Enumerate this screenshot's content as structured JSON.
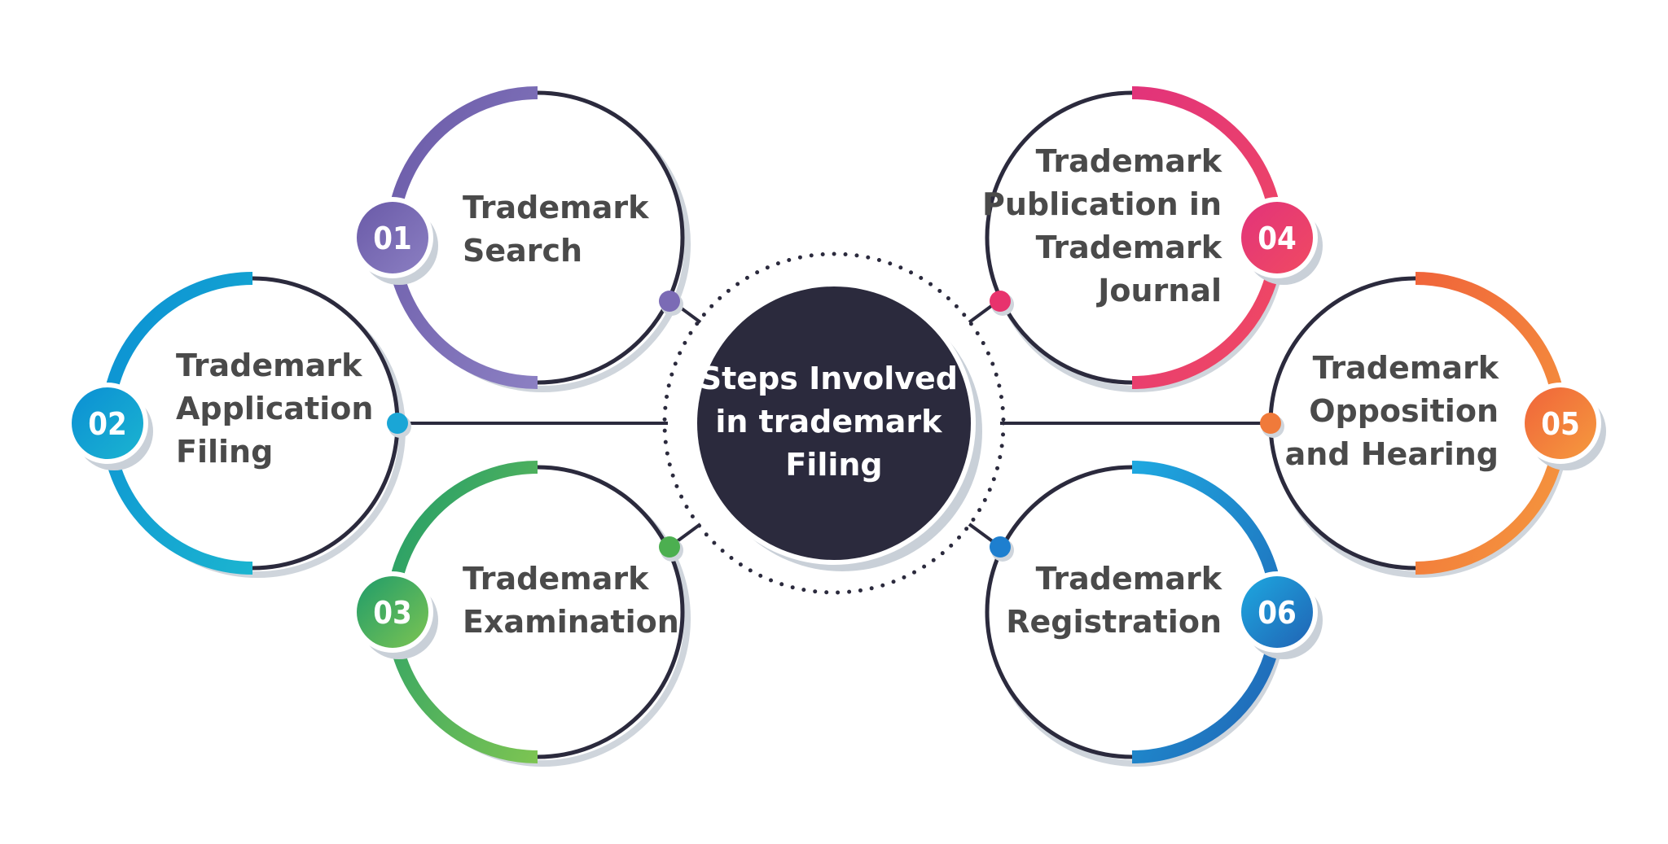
{
  "center": {
    "lines": [
      "Steps Involved",
      "in trademark",
      "Filing"
    ],
    "color": "#2b2a3d"
  },
  "steps": [
    {
      "number": "01",
      "lines": [
        "Trademark",
        "Search"
      ],
      "colors": [
        "#6a5aa8",
        "#8b7fc2"
      ],
      "accent": "#7b6bb5"
    },
    {
      "number": "02",
      "lines": [
        "Trademark",
        "Application",
        "Filing"
      ],
      "colors": [
        "#0b8fd4",
        "#1bb4d0"
      ],
      "accent": "#1aa6d6"
    },
    {
      "number": "03",
      "lines": [
        "Trademark",
        "Examination"
      ],
      "colors": [
        "#1f9c6a",
        "#7cc452"
      ],
      "accent": "#4caf50"
    },
    {
      "number": "04",
      "lines": [
        "Trademark",
        "Publication in",
        "Trademark",
        "Journal"
      ],
      "colors": [
        "#e2337a",
        "#f04a62"
      ],
      "accent": "#e8336d"
    },
    {
      "number": "05",
      "lines": [
        "Trademark",
        "Opposition",
        "and Hearing"
      ],
      "colors": [
        "#f0643a",
        "#f59a3e"
      ],
      "accent": "#f07a3a"
    },
    {
      "number": "06",
      "lines": [
        "Trademark",
        "Registration"
      ],
      "colors": [
        "#1ea8e0",
        "#2063b4"
      ],
      "accent": "#1e7fcf"
    }
  ]
}
